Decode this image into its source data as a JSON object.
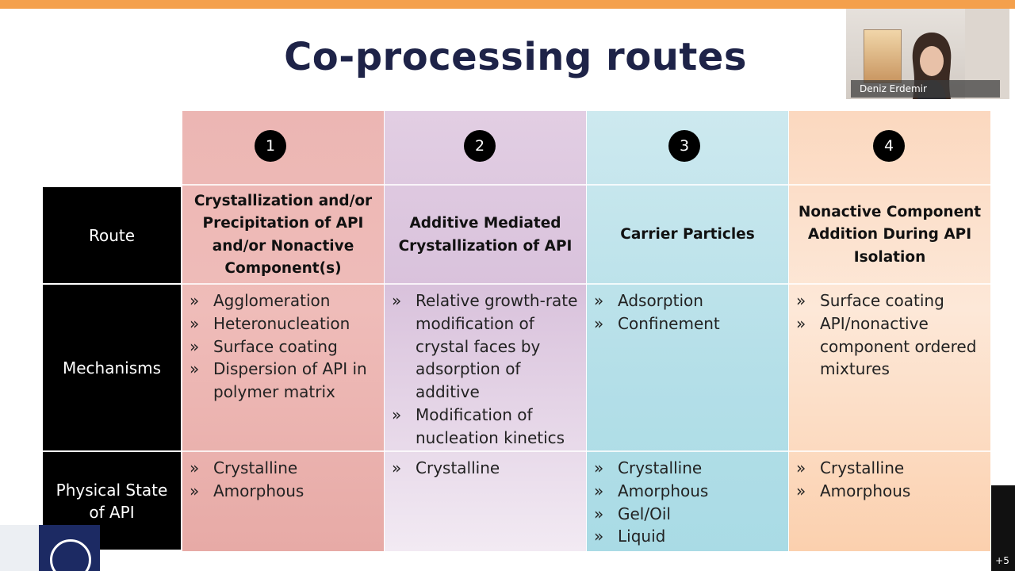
{
  "slide": {
    "title": "Co-processing routes"
  },
  "table": {
    "row_headers": {
      "route": "Route",
      "mechanisms": "Mechanisms",
      "physical_state": "Physical State of API"
    },
    "columns": [
      {
        "number": "1",
        "route": "Crystallization and/or Precipitation of API and/or Nonactive Component(s)",
        "mechanisms": [
          "Agglomeration",
          "Heteronucleation",
          "Surface coating",
          "Dispersion of API in polymer matrix"
        ],
        "physical_state": [
          "Crystalline",
          "Amorphous"
        ]
      },
      {
        "number": "2",
        "route": "Additive Mediated Crystallization of API",
        "mechanisms": [
          "Relative growth-rate modification of crystal faces by adsorption of additive",
          "Modification of nucleation kinetics"
        ],
        "physical_state": [
          "Crystalline"
        ]
      },
      {
        "number": "3",
        "route": "Carrier Particles",
        "mechanisms": [
          "Adsorption",
          "Confinement"
        ],
        "physical_state": [
          "Crystalline",
          "Amorphous",
          "Gel/Oil",
          "Liquid"
        ]
      },
      {
        "number": "4",
        "route": "Nonactive Component Addition During API Isolation",
        "mechanisms": [
          "Surface coating",
          "API/nonactive component ordered mixtures"
        ],
        "physical_state": [
          "Crystalline",
          "Amorphous"
        ]
      }
    ]
  },
  "video": {
    "participant_name": "Deniz Erdemir",
    "more_participants": "+5"
  },
  "colors": {
    "accent_bar": "#f4a04c",
    "title": "#1e2348",
    "logo": "#1c2a63"
  }
}
